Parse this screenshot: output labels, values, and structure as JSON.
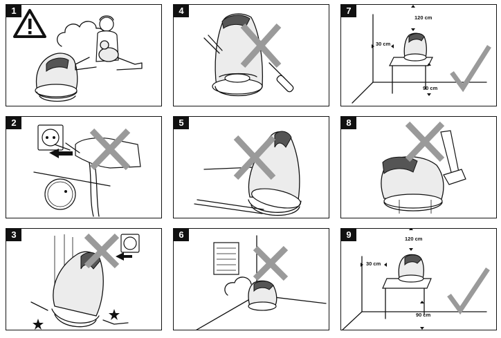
{
  "panels": [
    {
      "id": "p1",
      "number": "1",
      "content": "warning-steam-child",
      "verdict": "warning"
    },
    {
      "id": "p4",
      "number": "4",
      "content": "do-not-disassemble",
      "verdict": "cross"
    },
    {
      "id": "p7",
      "number": "7",
      "content": "placement-clearance",
      "verdict": "check"
    },
    {
      "id": "p2",
      "number": "2",
      "content": "do-not-unplug-by-cord",
      "verdict": "cross"
    },
    {
      "id": "p5",
      "number": "5",
      "content": "do-not-tilt-on-table",
      "verdict": "cross"
    },
    {
      "id": "p8",
      "number": "8",
      "content": "do-not-move-while-on",
      "verdict": "cross"
    },
    {
      "id": "p3",
      "number": "3",
      "content": "do-not-drop",
      "verdict": "cross"
    },
    {
      "id": "p6",
      "number": "6",
      "content": "not-near-wall-vent",
      "verdict": "cross"
    },
    {
      "id": "p9",
      "number": "9",
      "content": "placement-clearance",
      "verdict": "check"
    }
  ],
  "labels": {
    "p7_top": "120 cm",
    "p7_side": "30 cm",
    "p7_bottom": "90 cm",
    "p9_top": "120 cm",
    "p9_side": "30 cm",
    "p9_bottom": "90 cm"
  },
  "icons": {
    "warning": "warning-triangle-icon",
    "cross": "prohibited-cross-icon",
    "check": "approved-checkmark-icon"
  },
  "colors": {
    "border": "#111111",
    "mark_gray": "#9a9a9a",
    "background": "#ffffff"
  }
}
